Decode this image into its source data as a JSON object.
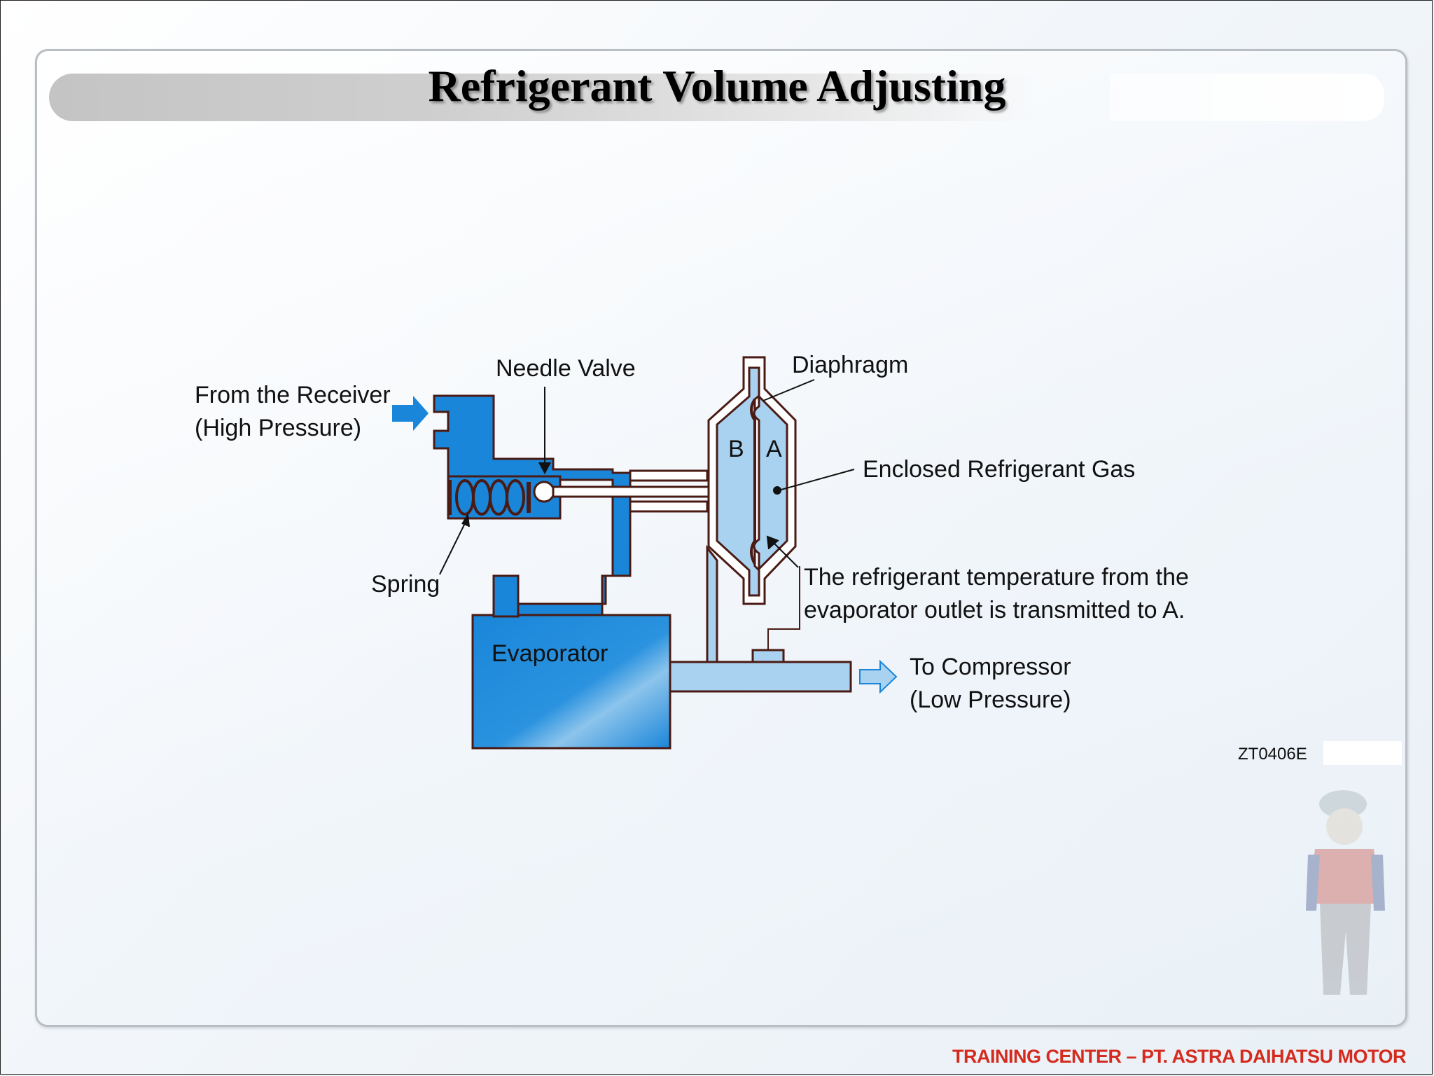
{
  "slide": {
    "title": "Refrigerant Volume Adjusting",
    "footer": "TRAINING CENTER – PT. ASTRA DAIHATSU MOTOR"
  },
  "diagram": {
    "labels": {
      "from_receiver_1": "From the Receiver",
      "from_receiver_2": "(High Pressure)",
      "needle_valve": "Needle Valve",
      "diaphragm": "Diaphragm",
      "chamber_b": "B",
      "chamber_a": "A",
      "enclosed_gas": "Enclosed Refrigerant Gas",
      "spring": "Spring",
      "temp_note_1": "The refrigerant temperature from the",
      "temp_note_2": "evaporator outlet is transmitted to A.",
      "evaporator": "Evaporator",
      "to_compressor_1": "To Compressor",
      "to_compressor_2": "(Low Pressure)",
      "figure_code": "ZT0406E"
    },
    "colors": {
      "high_pressure": "#1a86d9",
      "low_pressure": "#a9d2f0",
      "outline": "#4a1b14"
    }
  }
}
